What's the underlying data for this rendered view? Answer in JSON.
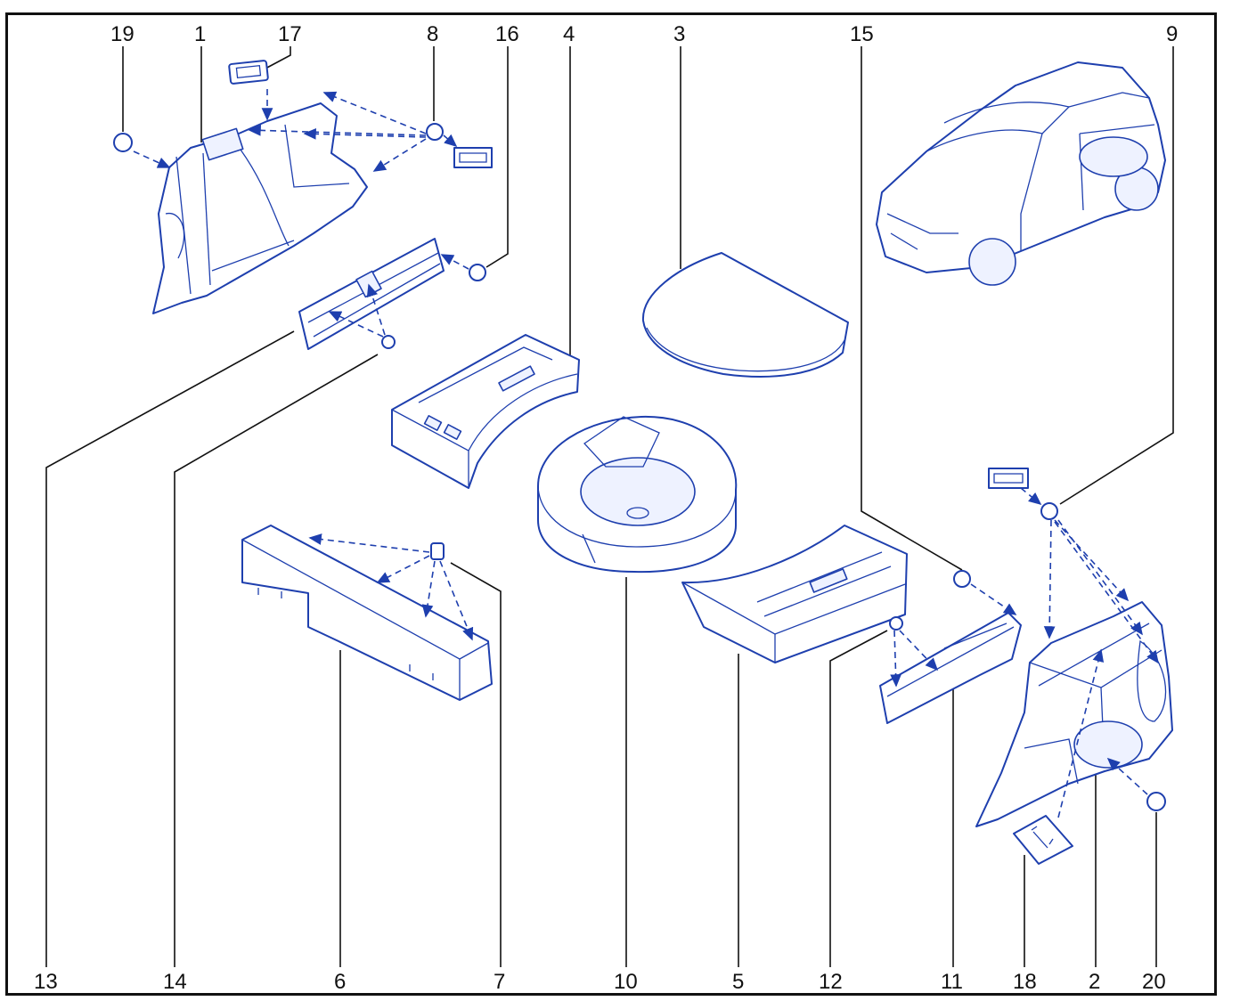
{
  "diagram": {
    "style": "exploded-parts-view",
    "colors": {
      "part_outline": "#1e3fae",
      "part_fill": "#ffffff",
      "callout_text": "#111111",
      "frame": "#111111"
    },
    "top_callouts": [
      "19",
      "1",
      "17",
      "8",
      "16",
      "4",
      "3",
      "15",
      "9"
    ],
    "bottom_callouts": [
      "13",
      "14",
      "6",
      "7",
      "10",
      "5",
      "12",
      "11",
      "18",
      "2",
      "20"
    ]
  }
}
